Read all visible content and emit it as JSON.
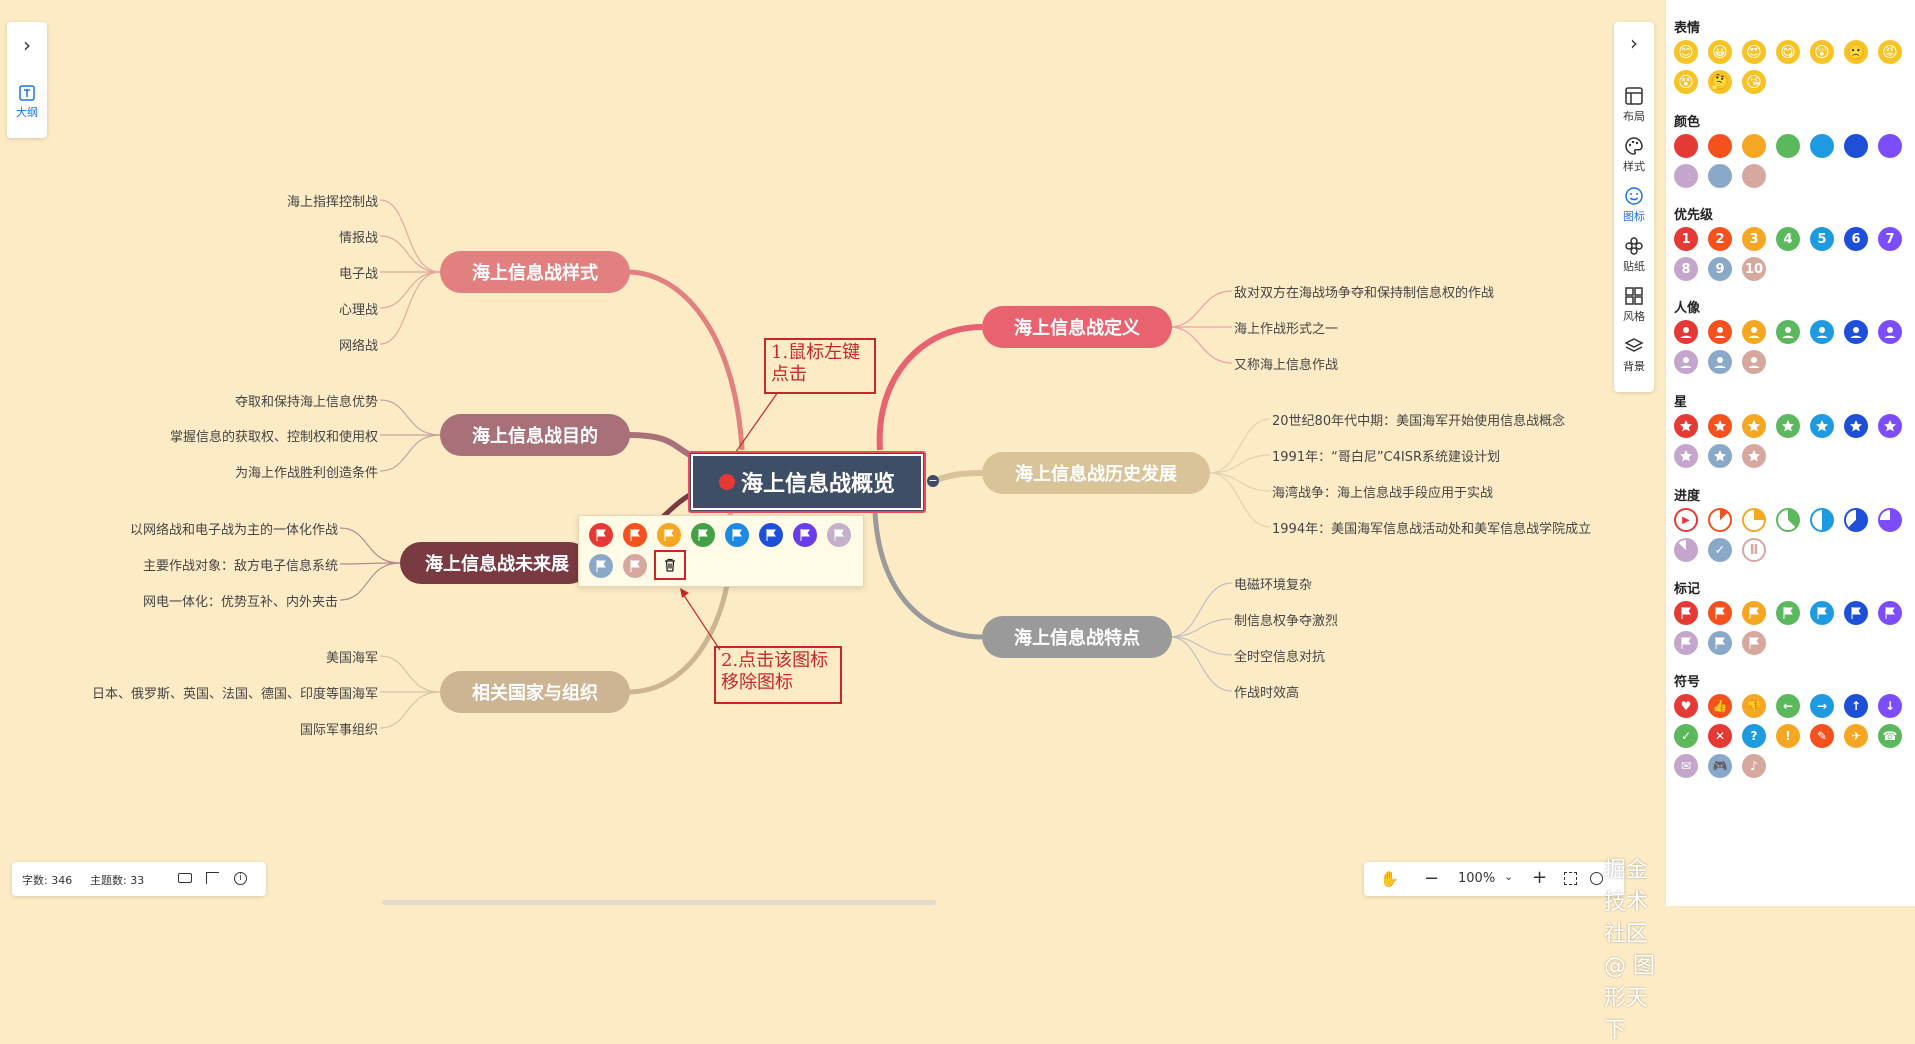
{
  "mindmap": {
    "root": "海上信息战概览",
    "branches": {
      "style": {
        "label": "海上信息战样式",
        "color": "#e1807f",
        "leaves": [
          "海上指挥控制战",
          "情报战",
          "电子战",
          "心理战",
          "网络战"
        ]
      },
      "purpose": {
        "label": "海上信息战目的",
        "color": "#a87079",
        "leaves": [
          "夺取和保持海上信息优势",
          "掌握信息的获取权、控制权和使用权",
          "为海上作战胜利创造条件"
        ]
      },
      "future": {
        "label": "海上信息战未来展",
        "color": "#7a3a42",
        "leaves": [
          "以网络战和电子战为主的一体化作战",
          "主要作战对象：敌方电子信息系统",
          "网电一体化：优势互补、内外夹击"
        ]
      },
      "orgs": {
        "label": "相关国家与组织",
        "color": "#cdb493",
        "leaves": [
          "美国海军",
          "日本、俄罗斯、英国、法国、德国、印度等国海军",
          "国际军事组织"
        ]
      },
      "definition": {
        "label": "海上信息战定义",
        "color": "#e8636f",
        "leaves": [
          "敌对双方在海战场争夺和保持制信息权的作战",
          "海上作战形式之一",
          "又称海上信息作战"
        ]
      },
      "history": {
        "label": "海上信息战历史发展",
        "color": "#d9c49a",
        "leaves": [
          "20世纪80年代中期：美国海军开始使用信息战概念",
          "1991年：“哥白尼”C4ISR系统建设计划",
          "海湾战争：海上信息战手段应用于实战",
          "1994年：美国海军信息战活动处和美军信息战学院成立"
        ]
      },
      "features": {
        "label": "海上信息战特点",
        "color": "#9a9a9a",
        "leaves": [
          "电磁环境复杂",
          "制信息权争夺激烈",
          "全时空信息对抗",
          "作战时效高"
        ]
      }
    }
  },
  "annotations": {
    "step1": "1.鼠标左键\n点击",
    "step2": "2.点击该图标\n移除图标"
  },
  "flag_popup": {
    "colors": [
      "#e53935",
      "#f4511e",
      "#f5a623",
      "#43a047",
      "#1e88e5",
      "#1e4fd8",
      "#6a3de8",
      "#c4b0c8",
      "#8aa9c9",
      "#d6a89e"
    ],
    "delete_icon": "trash-icon"
  },
  "left_panel": {
    "label": "大纲"
  },
  "right_tools": [
    {
      "label": "布局",
      "icon": "layout-icon"
    },
    {
      "label": "样式",
      "icon": "palette-icon"
    },
    {
      "label": "图标",
      "icon": "smile-icon"
    },
    {
      "label": "贴纸",
      "icon": "sticker-icon"
    },
    {
      "label": "风格",
      "icon": "grid-icon"
    },
    {
      "label": "背景",
      "icon": "layers-icon"
    }
  ],
  "icon_panel": {
    "emotion_title": "表情",
    "emotions": [
      "😊",
      "😀",
      "😍",
      "😋",
      "😲",
      "🙁",
      "😡",
      "😵",
      "🤔",
      "😘"
    ],
    "color_title": "颜色",
    "colors": [
      "#e53935",
      "#f4511e",
      "#f5a623",
      "#5cb85c",
      "#1e9be0",
      "#1e4fd8",
      "#7c4dff",
      "#c4a6cc",
      "#8aa9c9",
      "#d6a89e"
    ],
    "priority_title": "优先级",
    "priorities": [
      {
        "n": "1",
        "c": "#e53935"
      },
      {
        "n": "2",
        "c": "#f4511e"
      },
      {
        "n": "3",
        "c": "#f5a623"
      },
      {
        "n": "4",
        "c": "#5cb85c"
      },
      {
        "n": "5",
        "c": "#1e9be0"
      },
      {
        "n": "6",
        "c": "#1e4fd8"
      },
      {
        "n": "7",
        "c": "#7c4dff"
      },
      {
        "n": "8",
        "c": "#c4a6cc"
      },
      {
        "n": "9",
        "c": "#8aa9c9"
      },
      {
        "n": "10",
        "c": "#d6a89e"
      }
    ],
    "person_title": "人像",
    "star_title": "星",
    "progress_title": "进度",
    "flag_title": "标记",
    "symbol_title": "符号"
  },
  "status": {
    "word_count_label": "字数: 346",
    "topic_count_label": "主题数: 33"
  },
  "zoom": {
    "value": "100%"
  },
  "watermark": "掘金技术社区 @ 图形天下"
}
